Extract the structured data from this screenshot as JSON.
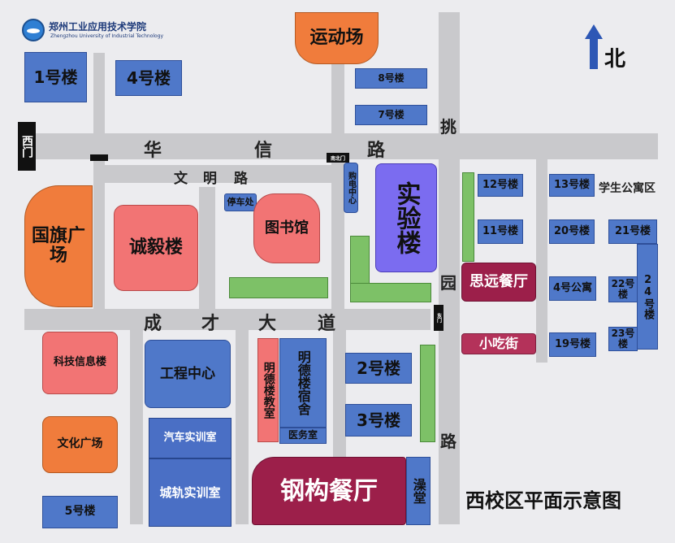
{
  "school_name": "郑州工业应用技术学院",
  "school_name_en": "Zhengzhou University of Industrial Technology",
  "map_title": "西校区平面示意图",
  "north_label": "北",
  "roads": {
    "huaxin": [
      "华",
      "信",
      "路"
    ],
    "wenming": [
      "文",
      "明",
      "路"
    ],
    "chengcai": [
      "成",
      "才",
      "大",
      "道"
    ],
    "taoyuan_top": "挑",
    "taoyuan_mid": "园",
    "taoyuan_bot": "路"
  },
  "gates": {
    "west_gate": "西门",
    "small_gate_top": "南北门",
    "small_gate_mid": "东门"
  },
  "buildings": {
    "stadium": "运动场",
    "b1": "1号楼",
    "b4": "4号楼",
    "b8": "8号楼",
    "b7": "7号楼",
    "flag_square": "国旗广场",
    "chengyi": "诚毅楼",
    "parking": "停车处",
    "library": "图书馆",
    "power_center": "购电中心",
    "lab": "实验楼",
    "b12": "12号楼",
    "b13": "13号楼",
    "dorm_area": "学生公寓区",
    "b11": "11号楼",
    "b20": "20号楼",
    "b21": "21号楼",
    "b24": "24号楼",
    "siyuan": "思远餐厅",
    "b4gongyu": "4号公寓",
    "b22": "22号楼",
    "snack": "小吃街",
    "b19": "19号楼",
    "b23": "23号楼",
    "tech_info": "科技信息楼",
    "engineering": "工程中心",
    "mingde_class": "明德楼教室",
    "mingde_dorm": "明德楼宿舍",
    "b2": "2号楼",
    "b3": "3号楼",
    "clinic": "医务室",
    "culture_square": "文化广场",
    "auto_training": "汽车实训室",
    "rail_training": "城轨实训室",
    "steel_canteen": "钢构餐厅",
    "bath": "澡堂",
    "b5": "5号楼"
  }
}
